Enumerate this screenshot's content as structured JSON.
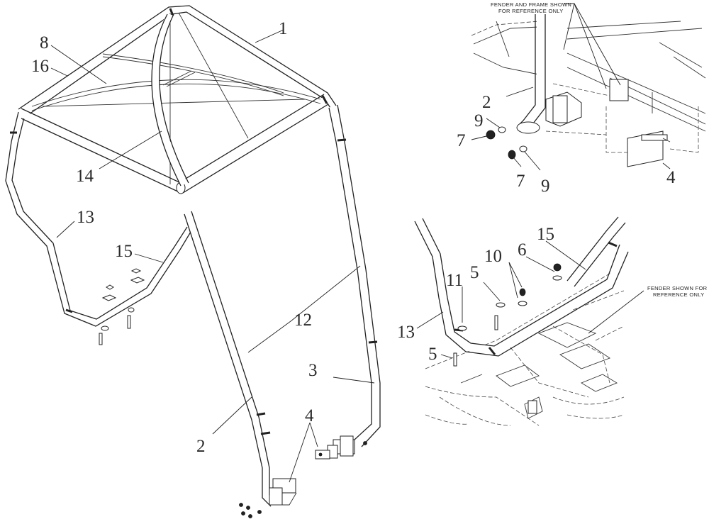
{
  "callouts": {
    "c1": "1",
    "c8": "8",
    "c16": "16",
    "c14": "14",
    "c13": "13",
    "c15": "15",
    "c12": "12",
    "c3": "3",
    "c2": "2",
    "c4": "4",
    "tr_c2": "2",
    "tr_c9a": "9",
    "tr_c7a": "7",
    "tr_c7b": "7",
    "tr_c9b": "9",
    "tr_c4": "4",
    "br_c15": "15",
    "br_c6": "6",
    "br_c10": "10",
    "br_c5a": "5",
    "br_c11": "11",
    "br_c13": "13",
    "br_c5b": "5"
  },
  "notes": {
    "fender_frame_line1": "FENDER AND FRAME SHOWN",
    "fender_frame_line2": "FOR REFERENCE ONLY",
    "fender_line1": "FENDER SHOWN FOR",
    "fender_line2": "REFERENCE ONLY"
  }
}
